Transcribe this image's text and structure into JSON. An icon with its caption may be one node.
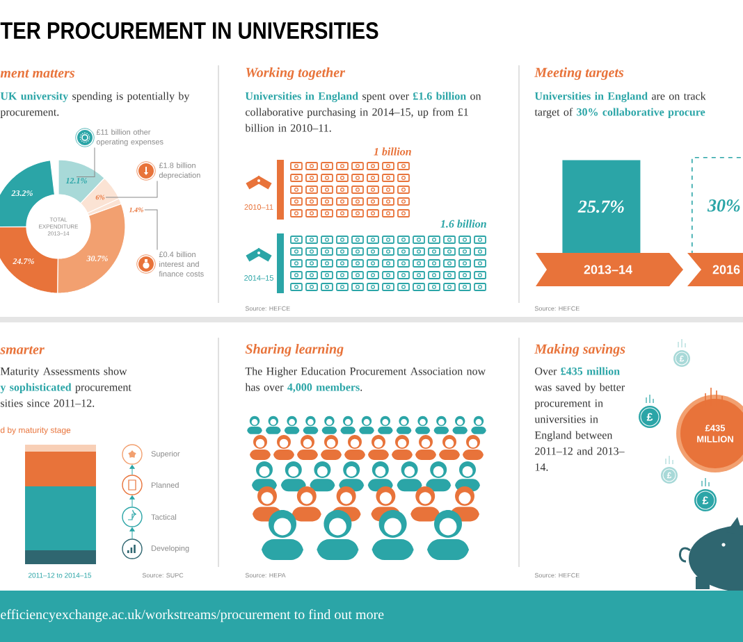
{
  "diagram": {
    "nodes": [
      {
        "text": [
          "£11 billion other operating expenses"
        ]
      },
      {
        "text": [
          "£1.8 billion depreciation"
        ]
      },
      {
        "text": [
          "£0.4 billion interest and finance costs"
        ]
      },
      {
        "text": [
          "TOTAL EXPENDITURE 2013–14"
        ]
      },
      {
        "text": [
          "23.2%"
        ]
      },
      {
        "text": [
          "12.1%"
        ]
      },
      {
        "text": [
          "6%"
        ]
      },
      {
        "text": [
          "1.4%"
        ]
      },
      {
        "text": [
          "24.7%"
        ]
      },
      {
        "text": [
          "30.7%"
        ]
      },
      {
        "text": [
          "25.7%"
        ]
      },
      {
        "text": [
          "30%"
        ]
      },
      {
        "text": [
          "2013–14"
        ]
      },
      {
        "text": [
          "2016"
        ]
      },
      {
        "text": [],
        "shape": "circle",
        "beside": [
          "Superior"
        ]
      },
      {
        "text": [],
        "shape": "circle",
        "beside": [
          "Planned"
        ]
      },
      {
        "text": [],
        "shape": "circle",
        "beside": [
          "Tactical"
        ]
      },
      {
        "text": [],
        "shape": "circle",
        "beside": [
          "Developing"
        ]
      },
      {
        "text": [
          "£435 MILLION"
        ]
      }
    ],
    "edges": [
      {
        "from": 0,
        "to": 5,
        "arrow": "none"
      },
      {
        "from": 1,
        "to": 6,
        "arrow": "none"
      },
      {
        "from": 2,
        "to": 7,
        "arrow": "none"
      },
      {
        "from": 17,
        "to": 16,
        "arrow": "to",
        "color": "#2ba5a7"
      },
      {
        "from": 16,
        "to": 15,
        "arrow": "to",
        "color": "#2ba5a7"
      },
      {
        "from": 15,
        "to": 14,
        "arrow": "to",
        "color": "#2ba5a7"
      }
    ],
    "labels": [
      "TER PROCUREMENT IN UNIVERSITIES",
      "ment matters",
      "**UK university** spending is potentially by procurement.",
      "Working together",
      "**Universities in England** spent over **£1.6 billion** on collaborative purchasing in 2014–15, up from £1 billion in 2010–11.",
      "1 billion",
      "2010–11",
      "1.6 billion",
      "2014–15",
      "Source: HEFCE",
      "Meeting targets",
      "**Universities in England** are on track target of **30% collaborative procure**",
      "Source: HEFCE",
      "smarter",
      "Maturity Assessments show **y sophisticated** procurement sities since 2011–12.",
      "d by maturity stage",
      "2011–12 to 2014–15",
      "Source: SUPC",
      "Sharing learning",
      "The Higher Education Procurement Association now has over **4,000 members**.",
      "Source: HEPA",
      "Making savings",
      "Over **£435 million** was saved by better procurement in universities in England between 2011–12 and 2013–14.",
      "£",
      "£",
      "£",
      "£",
      "Source: HEFCE",
      "efficiencyexchange.ac.uk/workstreams/procurement to find out more"
    ]
  }
}
